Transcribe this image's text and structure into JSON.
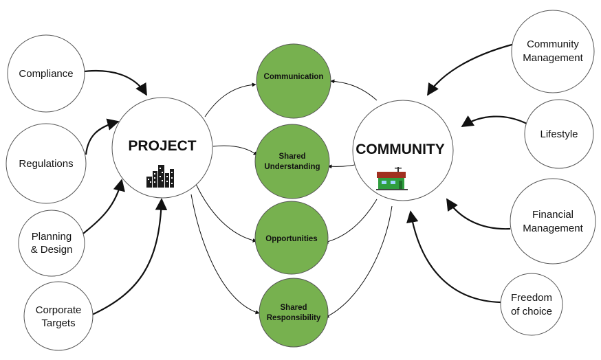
{
  "colors": {
    "green_fill": "#77b14f",
    "outline": "#555555",
    "arrow": "#111111"
  },
  "hubs": {
    "project": {
      "label": "PROJECT",
      "icon": "city-buildings-icon"
    },
    "community": {
      "label": "COMMUNITY",
      "icon": "house-icon"
    }
  },
  "left_inputs": [
    {
      "lines": [
        "Compliance"
      ]
    },
    {
      "lines": [
        "Regulations"
      ]
    },
    {
      "lines": [
        "Planning",
        "& Design"
      ]
    },
    {
      "lines": [
        "Corporate",
        "Targets"
      ]
    }
  ],
  "right_inputs": [
    {
      "lines": [
        "Community",
        "Management"
      ]
    },
    {
      "lines": [
        "Lifestyle"
      ]
    },
    {
      "lines": [
        "Financial",
        "Management"
      ]
    },
    {
      "lines": [
        "Freedom",
        "of choice"
      ]
    }
  ],
  "outcomes": [
    {
      "lines": [
        "Communication"
      ]
    },
    {
      "lines": [
        "Shared",
        "Understanding"
      ]
    },
    {
      "lines": [
        "Opportunities"
      ]
    },
    {
      "lines": [
        "Shared",
        "Responsibility"
      ]
    }
  ]
}
